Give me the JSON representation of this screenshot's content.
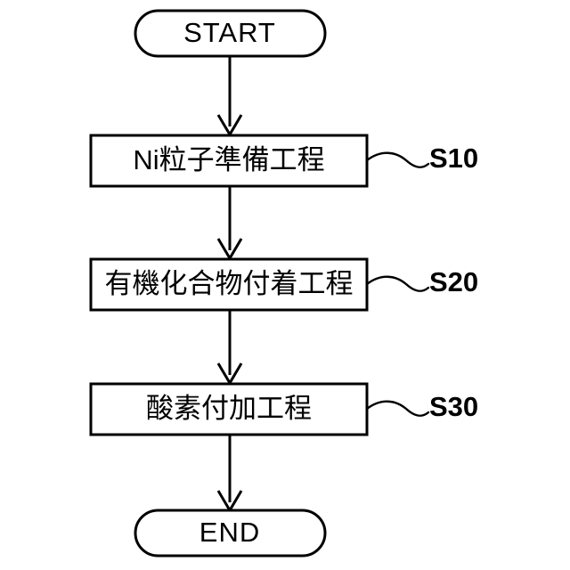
{
  "diagram": {
    "type": "flowchart",
    "orientation": "vertical",
    "background_color": "#ffffff",
    "line_color": "#000000",
    "nodes": [
      {
        "id": "start",
        "shape": "stadium",
        "label": "START"
      },
      {
        "id": "s10",
        "shape": "rectangle",
        "label": "Ni粒子準備工程",
        "step": "S10"
      },
      {
        "id": "s20",
        "shape": "rectangle",
        "label": "有機化合物付着工程",
        "step": "S20"
      },
      {
        "id": "s30",
        "shape": "rectangle",
        "label": "酸素付加工程",
        "step": "S30"
      },
      {
        "id": "end",
        "shape": "stadium",
        "label": "END"
      }
    ],
    "edges": [
      {
        "from": "start",
        "to": "s10"
      },
      {
        "from": "s10",
        "to": "s20"
      },
      {
        "from": "s20",
        "to": "s30"
      },
      {
        "from": "s30",
        "to": "end"
      }
    ]
  }
}
